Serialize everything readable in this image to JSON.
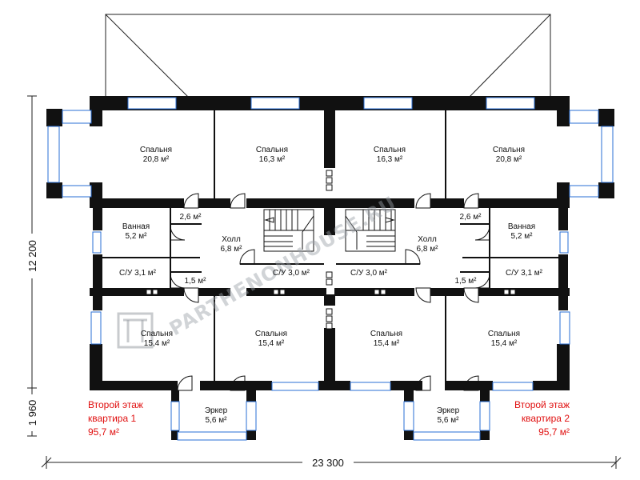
{
  "rooms": {
    "bedroom_tl1": {
      "name": "Спальня",
      "area": "20,8 м²"
    },
    "bedroom_tl2": {
      "name": "Спальня",
      "area": "16,3 м²"
    },
    "bedroom_tr2": {
      "name": "Спальня",
      "area": "16,3 м²"
    },
    "bedroom_tr1": {
      "name": "Спальня",
      "area": "20,8 м²"
    },
    "bath_l": {
      "name": "Ванная",
      "area": "5,2 м²"
    },
    "bath_r": {
      "name": "Ванная",
      "area": "5,2 м²"
    },
    "closet_l_top": "2,6 м²",
    "closet_r_top": "2,6 м²",
    "closet_l_bot": "1,5 м²",
    "closet_r_bot": "1,5 м²",
    "hall_l": {
      "name": "Холл",
      "area": "6,8 м²"
    },
    "hall_r": {
      "name": "Холл",
      "area": "6,8 м²"
    },
    "wc_l_outer": "С/У 3,1 м²",
    "wc_r_outer": "С/У 3,1 м²",
    "wc_l_inner": "С/У 3,0 м²",
    "wc_r_inner": "С/У 3,0 м²",
    "bedroom_bl1": {
      "name": "Спальня",
      "area": "15,4 м²"
    },
    "bedroom_bl2": {
      "name": "Спальня",
      "area": "15,4 м²"
    },
    "bedroom_br2": {
      "name": "Спальня",
      "area": "15,4 м²"
    },
    "bedroom_br1": {
      "name": "Спальня",
      "area": "15,4 м²"
    },
    "bay_l": {
      "name": "Эркер",
      "area": "5,6 м²"
    },
    "bay_r": {
      "name": "Эркер",
      "area": "5,6 м²"
    }
  },
  "apartments": {
    "left": {
      "line1": "Второй этаж",
      "line2": "квартира 1",
      "area": "95,7 м²"
    },
    "right": {
      "line1": "Второй этаж",
      "line2": "квартира 2",
      "area": "95,7 м²"
    }
  },
  "dimensions": {
    "height_main": "12 200",
    "height_bay": "1 960",
    "width": "23 300"
  },
  "watermark": "PARTHENONHOUSE.RU",
  "colors": {
    "walls": "#111111",
    "windows": "#2a6fd6",
    "notes": "#e01010"
  }
}
